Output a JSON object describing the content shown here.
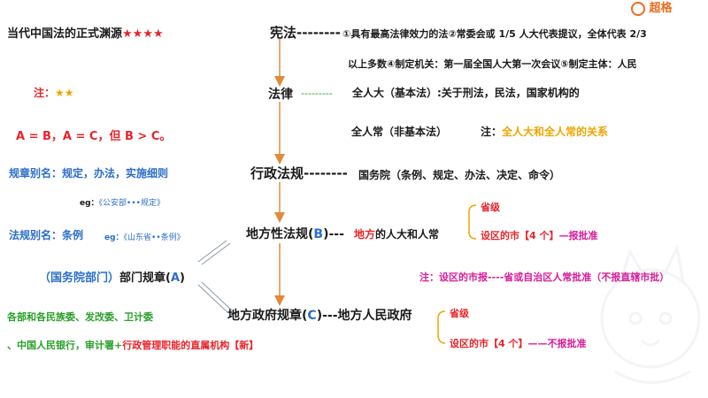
{
  "top_bar": {
    "heading": "当代中国法的正式渊源",
    "stars": "★★★★",
    "logo_text": "超格"
  },
  "constitution": {
    "title": "宪法",
    "dashes": "--------",
    "line1": "①具有最高法律效力的法②常委会或 1/5 人大代表提议，全体代表 2/3",
    "line2": "以上多数④制定机关：第一届全国人大第一次会议⑤制定主体：人民"
  },
  "note": {
    "label": "注：",
    "stars": "★★",
    "formula": "A = B，A = C，但 B > C。"
  },
  "law": {
    "title": "法律",
    "dashes": "---------",
    "basic": "全人大（基本法）:关于刑法，民法，国家机构的",
    "nonbasic": "全人常（非基本法）",
    "relation_label": "注：",
    "relation": "全人大和全人常的关系"
  },
  "admin_reg": {
    "alias": "规章别名：规定，办法，实施细则",
    "eg_label": "eg：",
    "eg": "《公安部•••规定》",
    "title": "行政法规",
    "dashes": "--------",
    "desc": "国务院（条例、规定、办法、决定、命令）"
  },
  "local_reg": {
    "alias_label": "法规别名：",
    "alias": "条例",
    "eg_label": "eg：",
    "eg": "《山东省••条例》",
    "title_pre": "地方性法规(",
    "title_letter": "B",
    "title_post": ")",
    "dashes": "---",
    "org_red": "地方",
    "org_rest": "的人大和人常",
    "prov": "省级",
    "city": "设区的市【4 个】",
    "city_note": "—报批准"
  },
  "dept_rules": {
    "prefix": "（国务院部门）",
    "title": "部门规章(",
    "letter": "A",
    "close": ")",
    "note": "注：设区的市报----省或自治区人常批准（不报直辖市批）",
    "orgs1": "各部和各民族委、发改委、卫计委",
    "orgs2": "、中国人民银行，审计署+",
    "orgs3": "行政管理职能的直属机构【新】"
  },
  "local_gov_rules": {
    "title_pre": "地方政府规章(",
    "letter": "C",
    "title_post": ")",
    "dashes": "---",
    "org": "地方人民政府",
    "prov": "省级",
    "city": "设区的市【4 个】",
    "city_note": "——不报批准"
  }
}
